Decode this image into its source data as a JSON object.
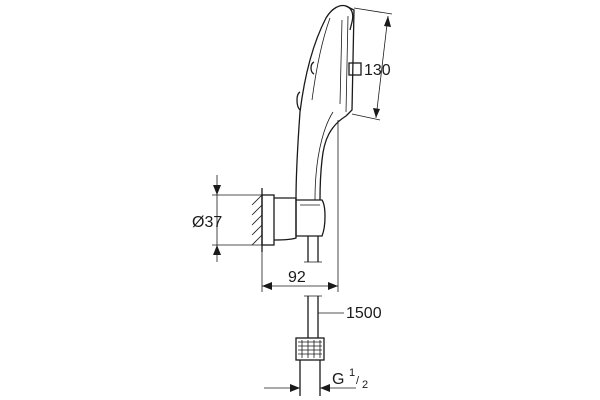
{
  "dimensions": {
    "head_size": "130",
    "holder_diameter": "37",
    "holder_projection": "92",
    "hose_length": "1500",
    "thread_letter": "G",
    "thread_num": "1",
    "thread_den": "2"
  },
  "symbols": {
    "square": "square-symbol",
    "diameter": "Ø"
  }
}
